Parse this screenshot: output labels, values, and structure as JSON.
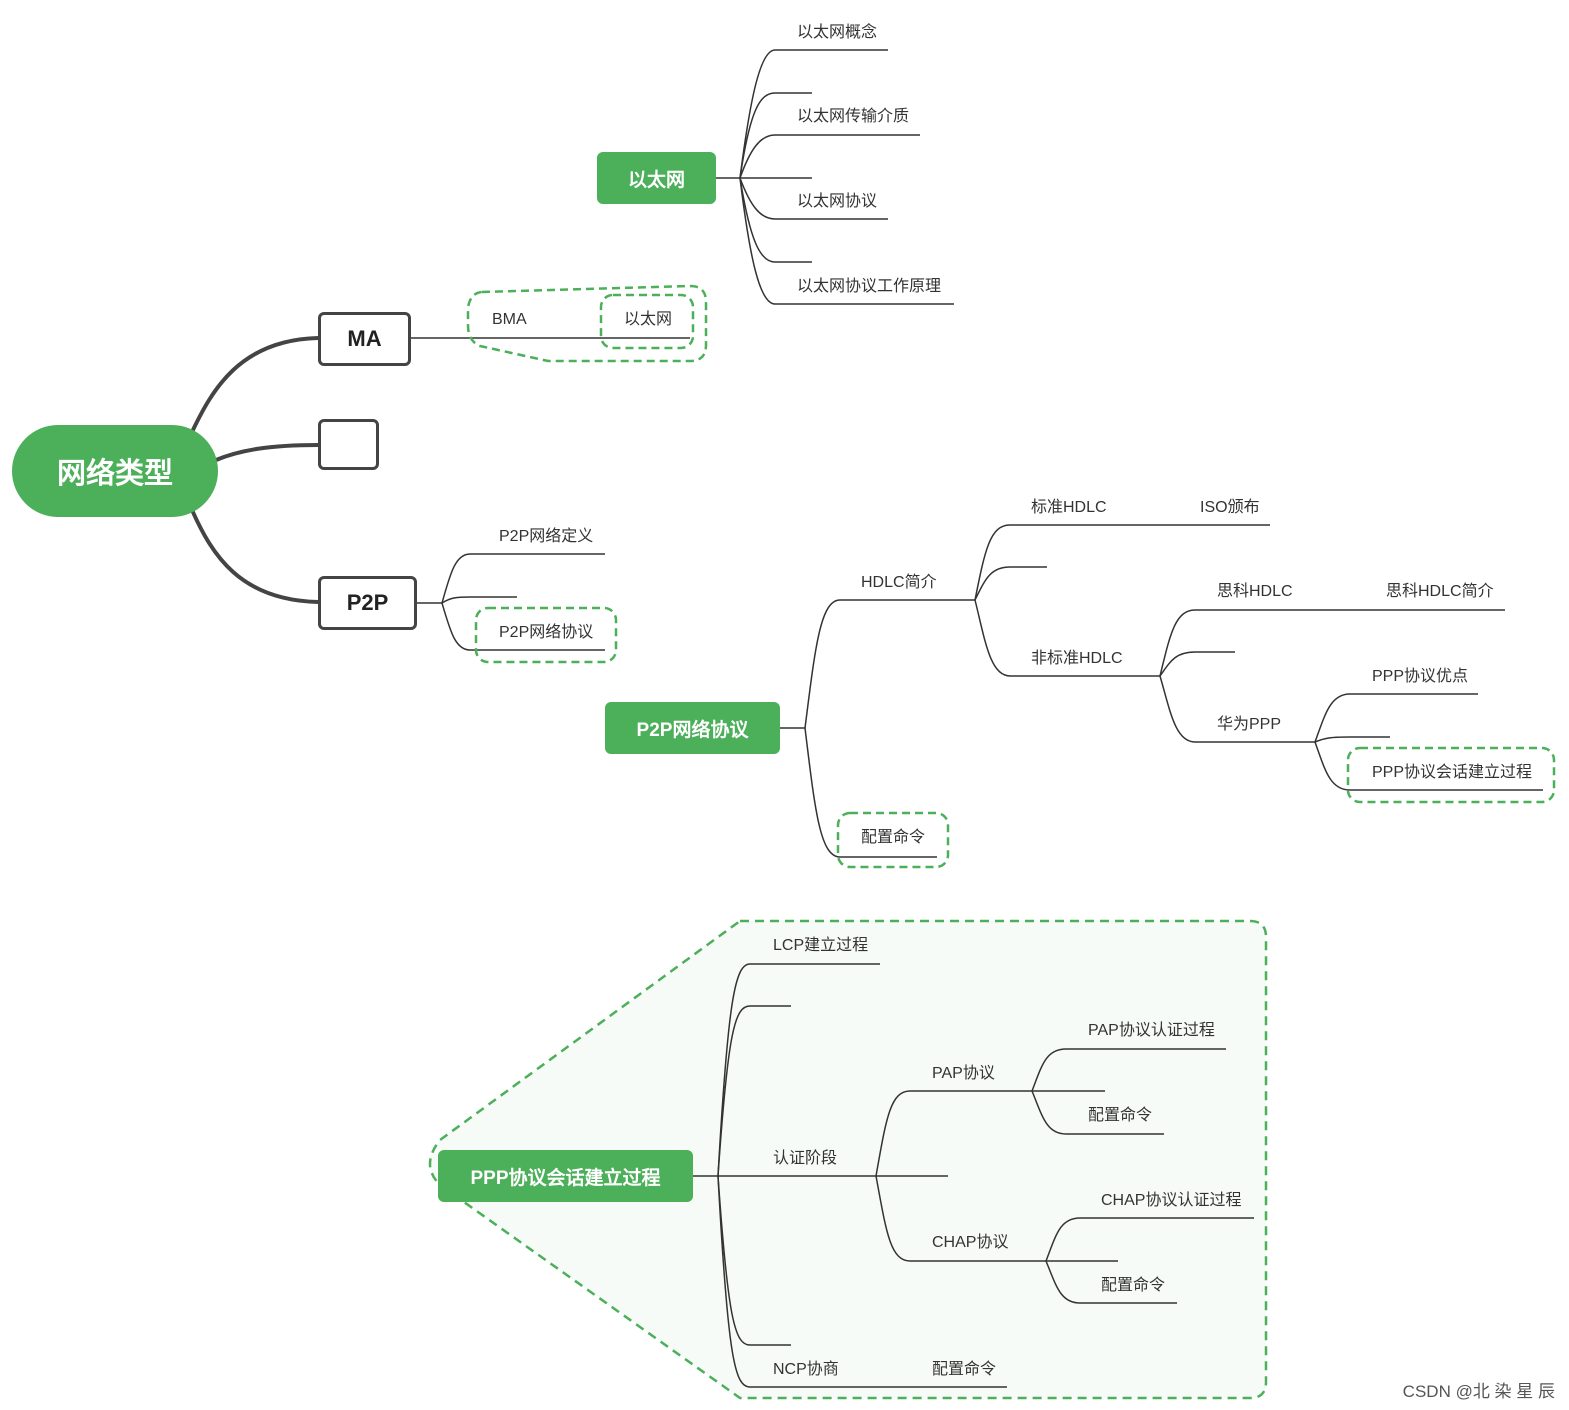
{
  "root": {
    "label": "网络类型"
  },
  "main_branches": {
    "ma": "MA",
    "p2p": "P2P",
    "blank": ""
  },
  "ma_children": {
    "bma": "BMA",
    "bma_child": "以太网"
  },
  "p2p_children": {
    "def": "P2P网络定义",
    "protocol": "P2P网络协议"
  },
  "ethernet": {
    "title": "以太网",
    "items": [
      "以太网概念",
      "以太网传输介质",
      "以太网协议",
      "以太网协议工作原理"
    ]
  },
  "p2p_protocol": {
    "title": "P2P网络协议",
    "hdlc_intro": "HDLC简介",
    "std_hdlc": "标准HDLC",
    "iso": "ISO颁布",
    "nonstd_hdlc": "非标准HDLC",
    "cisco_hdlc": "思科HDLC",
    "cisco_intro": "思科HDLC简介",
    "huawei_ppp": "华为PPP",
    "ppp_adv": "PPP协议优点",
    "ppp_session": "PPP协议会话建立过程",
    "config": "配置命令"
  },
  "ppp_session": {
    "title": "PPP协议会话建立过程",
    "lcp": "LCP建立过程",
    "auth": "认证阶段",
    "pap": "PAP协议",
    "pap_auth": "PAP协议认证过程",
    "pap_cfg": "配置命令",
    "chap": "CHAP协议",
    "chap_auth": "CHAP协议认证过程",
    "chap_cfg": "配置命令",
    "ncp": "NCP协商",
    "ncp_cfg": "配置命令"
  },
  "watermark": "CSDN @北 染 星 辰",
  "colors": {
    "node_green": "#4caf5a",
    "dash_green": "#4caf5a",
    "line": "#333333",
    "main_line": "#444444"
  }
}
